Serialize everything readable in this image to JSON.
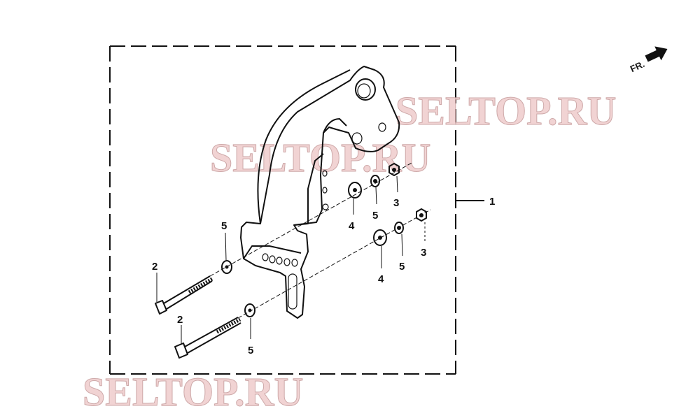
{
  "direction_marker": {
    "text": "FR.",
    "icon": "arrow-forward-icon"
  },
  "callouts": {
    "part1": "1",
    "bolt_upper": "2",
    "bolt_lower": "2",
    "nut_upper": "3",
    "nut_lower": "3",
    "washer4_upper": "4",
    "washer4_lower": "4",
    "washer5_left": "5",
    "washer5_bottom": "5",
    "washer5_upper": "5",
    "washer5_lower": "5"
  },
  "watermark": "SELTOP.RU"
}
